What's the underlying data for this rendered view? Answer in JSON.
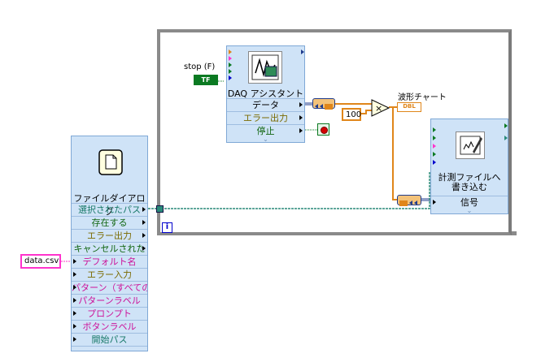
{
  "while_loop": {
    "iteration_label": "i"
  },
  "stop_control": {
    "label": "stop (F)",
    "value": "TF"
  },
  "daq_assistant": {
    "title": "DAQ アシスタント",
    "rows": [
      "データ",
      "エラー出力",
      "停止"
    ]
  },
  "multiply": {
    "constant": "100",
    "operator": "×"
  },
  "waveform_chart": {
    "label": "波形チャート",
    "type_badge": "DBL"
  },
  "write_file": {
    "title": "計測ファイルへ書き込む",
    "rows": [
      "信号"
    ]
  },
  "file_dialog": {
    "title": "ファイルダイアログ",
    "rows": [
      "選択されたパス",
      "存在する",
      "エラー出力",
      "キャンセルされた",
      "デフォルト名",
      "エラー入力",
      "パターン（すべての",
      "パターンラベル",
      "プロンプト",
      "ボタンラベル",
      "開始パス"
    ]
  },
  "path_constant": {
    "value": "data.csv"
  },
  "colors": {
    "express_bg": "#cfe3f7",
    "wire_orange": "#e0861a",
    "wire_teal": "#2a8a7a",
    "loop_border": "#8a8a8a",
    "stop_led": "#d40000"
  }
}
